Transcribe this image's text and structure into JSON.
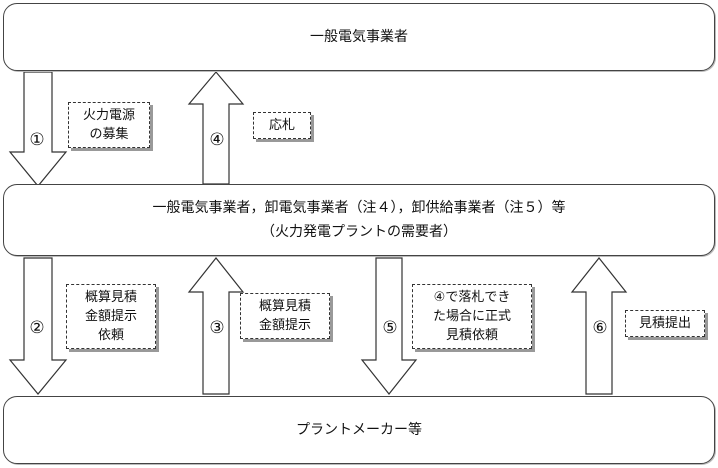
{
  "top_box": {
    "label": "一般電気事業者"
  },
  "middle_box": {
    "line1": "一般電気事業者，卸電気事業者（注４），卸供給事業者（注５）等",
    "line2": "（火力発電プラントの需要者）"
  },
  "bottom_box": {
    "label": "プラントメーカー等"
  },
  "steps": [
    {
      "number": "①",
      "direction": "down",
      "note": "火力電源\nの募集"
    },
    {
      "number": "④",
      "direction": "up",
      "note": "応札"
    },
    {
      "number": "②",
      "direction": "down",
      "note": "概算見積\n金額提示\n依頼"
    },
    {
      "number": "③",
      "direction": "up",
      "note": "概算見積\n金額提示"
    },
    {
      "number": "⑤",
      "direction": "down",
      "note": "④で落札でき\nた場合に正式\n見積依頼"
    },
    {
      "number": "⑥",
      "direction": "up",
      "note": "見積提出"
    }
  ]
}
